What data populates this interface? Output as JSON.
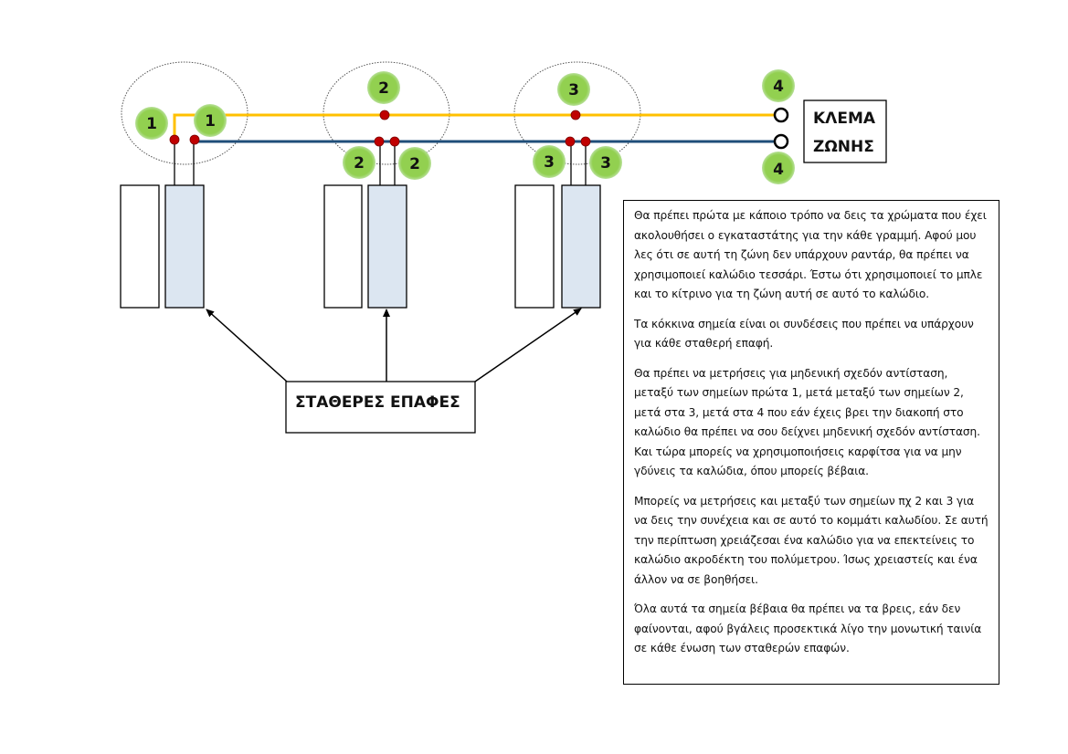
{
  "diagram": {
    "terminal_label_line1": "ΚΛΕΜΑ",
    "terminal_label_line2": "ΖΩΝΗΣ",
    "contacts_label": "ΣΤΑΘΕΡΕΣ ΕΠΑΦΕΣ",
    "colors": {
      "yellow_wire": "#FFC000",
      "blue_wire": "#1F4E79",
      "connection_point": "#C00000",
      "badge": "#92D050",
      "contact_fill": "#DCE6F1"
    },
    "badges": {
      "b1a": "1",
      "b1b": "1",
      "b2a": "2",
      "b2b": "2",
      "b2c": "2",
      "b3a": "3",
      "b3b": "3",
      "b3c": "3",
      "b4a": "4",
      "b4b": "4"
    }
  },
  "notes": {
    "paragraphs": [
      "Θα πρέπει πρώτα με κάποιο τρόπο να δεις τα χρώματα που έχει ακολουθήσει ο εγκαταστάτης για την κάθε γραμμή. Αφού μου λες ότι σε αυτή τη ζώνη δεν υπάρχουν ραντάρ, θα πρέπει να χρησιμοποιεί καλώδιο τεσσάρι. Έστω ότι χρησιμοποιεί το μπλε και το κίτρινο για τη ζώνη αυτή σε αυτό το καλώδιο.",
      "Τα κόκκινα σημεία είναι οι συνδέσεις  που πρέπει να υπάρχουν για κάθε σταθερή επαφή.",
      "Θα πρέπει να μετρήσεις για μηδενική σχεδόν αντίσταση, μεταξύ των σημείων πρώτα 1, μετά μεταξύ των σημείων  2, μετά στα 3, μετά στα 4 που  εάν έχεις βρει την διακοπή στο καλώδιο θα πρέπει να σου δείχνει μηδενική σχεδόν αντίσταση. Και τώρα μπορείς να χρησιμοποιήσεις καρφίτσα για να μην γδύνεις τα καλώδια, όπου μπορείς βέβαια.",
      "Μπορείς να μετρήσεις και μεταξύ των σημείων πχ 2 και 3 για να δεις την συνέχεια και σε αυτό το κομμάτι καλωδίου. Σε αυτή την περίπτωση χρειάζεσαι ένα καλώδιο για να επεκτείνεις το καλώδιο ακροδέκτη του πολύμετρου. Ίσως χρειαστείς και ένα άλλον να σε βοηθήσει.",
      "Όλα αυτά τα σημεία βέβαια θα πρέπει να τα βρεις, εάν δεν φαίνονται, αφού βγάλεις προσεκτικά λίγο την μονωτική ταινία σε κάθε ένωση των σταθερών επαφών."
    ]
  }
}
